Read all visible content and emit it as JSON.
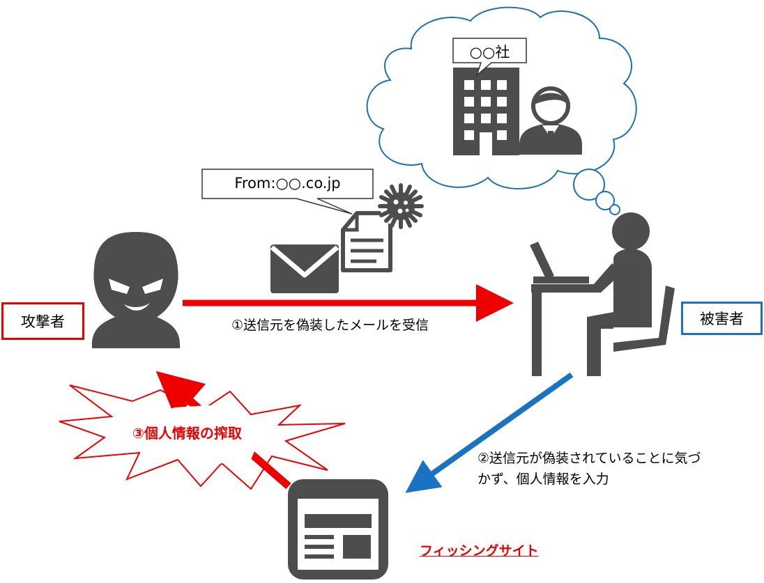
{
  "labels": {
    "attacker": "攻撃者",
    "victim": "被害者",
    "company_bubble": "○○社",
    "from_bubble": "From:○○.co.jp",
    "step1": "①送信元を偽装したメールを受信",
    "step2_line1": "②送信元が偽装されていることに気づ",
    "step2_line2": "かず、個人情報を入力",
    "step3": "③個人情報の搾取",
    "phishing_site": "フィッシングサイト"
  },
  "colors": {
    "attacker_accent": "#ee0000",
    "victim_accent": "#1a73c0",
    "cloud_outline": "#1e6fb8",
    "icon_gray": "#4d4d4d",
    "phishing_label": "#ee0000"
  },
  "icons": [
    "masked-attacker-icon",
    "envelope-icon",
    "document-icon",
    "virus-icon",
    "building-icon",
    "businessman-icon",
    "seated-person-at-desk-icon",
    "webpage-icon"
  ]
}
